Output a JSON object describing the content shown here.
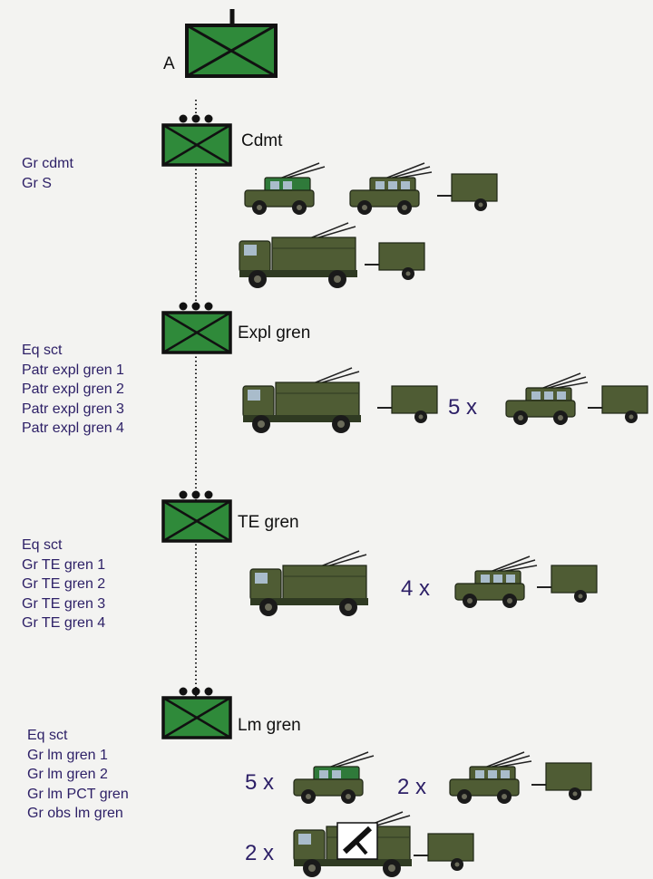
{
  "hq": {
    "label": "A"
  },
  "colors": {
    "symbol_fill": "#2f8a3a",
    "symbol_stroke": "#111111",
    "vehicle_olive": "#4f5c34",
    "vehicle_dark": "#2f3a22",
    "text": "#2c1f66"
  },
  "units": [
    {
      "id": "cdmt",
      "label": "Cdmt",
      "subunits": [
        "Gr cdmt",
        "Gr S"
      ],
      "multipliers": []
    },
    {
      "id": "expl",
      "label": "Expl gren",
      "subunits": [
        "Eq sct",
        "Patr expl gren 1",
        "Patr expl gren 2",
        "Patr expl gren 3",
        "Patr expl gren 4"
      ],
      "multipliers": [
        "5 x"
      ]
    },
    {
      "id": "te",
      "label": "TE gren",
      "subunits": [
        "Eq sct",
        "Gr TE gren 1",
        "Gr TE gren 2",
        "Gr TE gren 3",
        "Gr TE gren 4"
      ],
      "multipliers": [
        "4 x"
      ]
    },
    {
      "id": "lm",
      "label": "Lm gren",
      "subunits": [
        "Eq sct",
        "Gr lm gren 1",
        "Gr lm gren 2",
        "Gr lm PCT gren",
        "Gr obs lm gren"
      ],
      "multipliers": [
        "5 x",
        "2 x",
        "2 x"
      ]
    }
  ]
}
